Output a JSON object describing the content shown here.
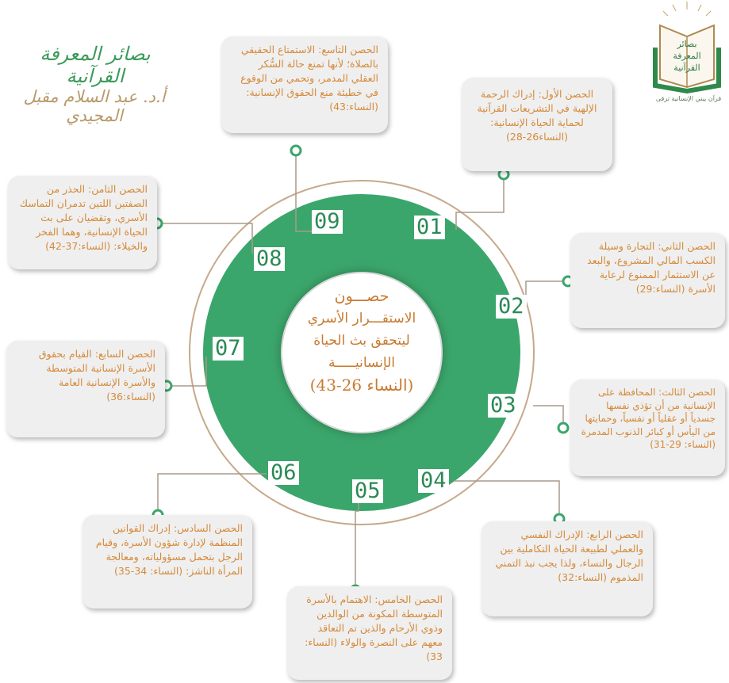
{
  "header": {
    "title": "بصائر المعرفة القرآنية",
    "author": "أ.د. عبد السلام مقبل المجيدي",
    "logo": {
      "name": "bsaer-logo",
      "text": "بصائر المعرفة القرآنية",
      "tagline": "قرآن يبني الإنسانية ترقى"
    }
  },
  "center": {
    "line1": "حصـــون",
    "line2": "الاستقـــرار الأسري",
    "line3": "ليتحقق بث الحياة",
    "line4": "الإنسانيـــــة",
    "line5": "(النساء 26-43)"
  },
  "fortresses": [
    {
      "num": "01",
      "text": "الحصن الأول: إدراك الرحمة الإلهية في التشريعات القرآنية لحماية الحياة الإنسانية: (النساء26-28)"
    },
    {
      "num": "02",
      "text": "الحصن الثاني: التجارة وسيلة الكسب المالي المشروع، والبعد عن الاستثمار الممنوع لرعاية الأسرة (النساء:29)"
    },
    {
      "num": "03",
      "text": "الحصن الثالث: المحافظة على الإنسانية من أن تؤذي نفسها جسدياً أو عقلياً أو نفسياً، وحمايتها من اليأس أو كبائر الذنوب المدمرة (النساء: 29-31)"
    },
    {
      "num": "04",
      "text": "الحصن الرابع: الإدراك النفسي والعملي لطبيعة الحياة التكاملية بين الرجال والنساء، ولذا يجب نبذ التمني المذموم (النساء:32)"
    },
    {
      "num": "05",
      "text": "الحصن الخامس: الاهتمام بالأسرة المتوسطة المكونة من الوالدين وذوي الأرحام والذين تم التعاقد معهم على النصرة والولاء (النساء: 33)"
    },
    {
      "num": "06",
      "text": "الحصن السادس: إدراك القوانين المنظمة لإدارة شؤون الأسرة، وقيام الرجل بتحمل مسؤولياته، ومعالجة المرأة الناشز: (النساء: 34-35)"
    },
    {
      "num": "07",
      "text": "الحصن السابع: القيام بحقوق الأسرة الإنسانية المتوسطة والأسرة الإنسانية العامة (النساء:36)"
    },
    {
      "num": "08",
      "text": "الحصن الثامن: الحذر من الصفتين اللتين تدمران التماسك الأسري، وتقضيان على بث الحياة الإنسانية، وهما الفخر والخيلاء: (النساء:37-42)"
    },
    {
      "num": "09",
      "text": "الحصن التاسع: الاستمتاع الحقيقي بالصلاة؛ لأنها تمنع حالة السُّكر العقلي المدمر، وتحمي من الوقوع في خطيئة منع الحقوق الإنسانية: (النساء:43)"
    }
  ],
  "colors": {
    "ring_green": "#3ba66b",
    "number_green": "#2a8a55",
    "text_orange": "#d58a3a",
    "box_bg": "#efefef",
    "line_brown": "#a89a88",
    "ring_tan": "#c6a98a"
  }
}
